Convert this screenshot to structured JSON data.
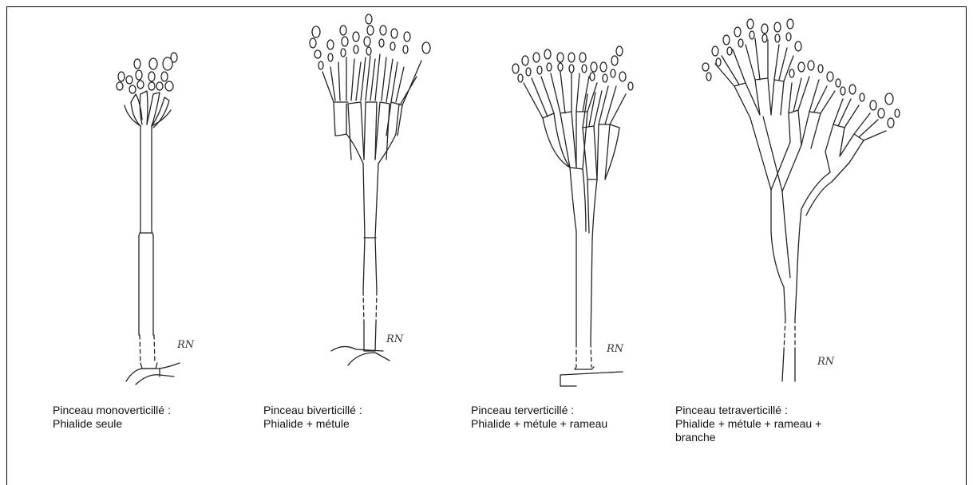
{
  "figures": [
    {
      "caption_line1": "Pinceau monoverticillé :",
      "caption_line2": "Phialide seule",
      "caption_line3": ""
    },
    {
      "caption_line1": "Pinceau biverticillé :",
      "caption_line2": "Phialide + métule",
      "caption_line3": ""
    },
    {
      "caption_line1": "Pinceau terverticillé :",
      "caption_line2": "Phialide + métule + rameau",
      "caption_line3": ""
    },
    {
      "caption_line1": "Pinceau tetraverticillé :",
      "caption_line2": "Phialide + métule + rameau +",
      "caption_line3": "branche"
    }
  ],
  "signature": "RN"
}
